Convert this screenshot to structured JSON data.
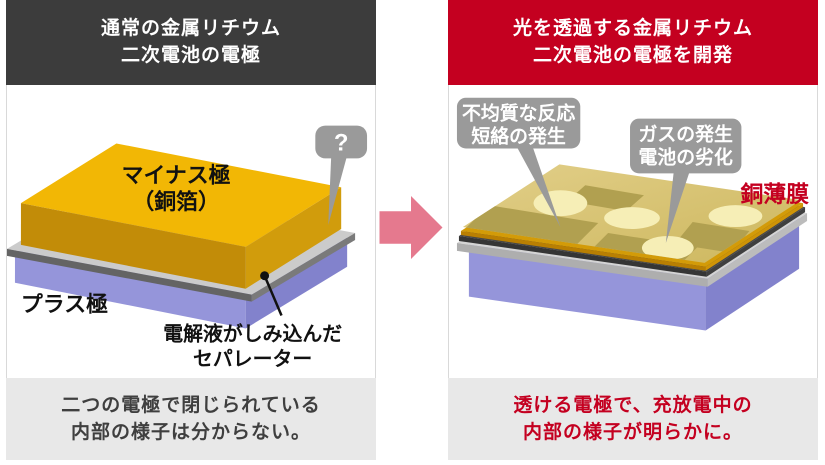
{
  "left_panel": {
    "header": {
      "lines": [
        "通常の金属リチウム",
        "二次電池の電極"
      ]
    },
    "diagram": {
      "negative_electrode_label": [
        "マイナス極",
        "（銅箔）"
      ],
      "question_bubble_text": "?",
      "positive_electrode_label": "プラス極",
      "separator_label": [
        "電解液がしみ込んだ",
        "セパレーター"
      ]
    },
    "caption": [
      "二つの電極で閉じられている",
      "内部の様子は分からない。"
    ]
  },
  "right_panel": {
    "header": {
      "lines": [
        "光を透過する金属リチウム",
        "二次電池の電極を開発"
      ]
    },
    "diagram": {
      "bubble_reaction": [
        "不均質な反応",
        "短絡の発生"
      ],
      "bubble_gas": [
        "ガスの発生",
        "電池の劣化"
      ],
      "copper_film_label": "銅薄膜"
    },
    "caption": [
      "透ける電極で、充放電中の",
      "内部の様子が明らかに。"
    ]
  },
  "colors": {
    "header_dark": "#3c3c3c",
    "header_red": "#c40020",
    "caption_bg": "#e8e8e8",
    "caption_text_dark": "#3f3f3f",
    "caption_text_red": "#c40020",
    "arrow_pink": "#e5798e",
    "bubble_gray": "#9a9a9a",
    "gold_electrode_top": "#f2b705",
    "purple_electrode_front": "#9595da",
    "separator_gray": "#cbcbcb",
    "copper_film_tan": "#d9c377",
    "copper_film_label_red": "#c40020"
  }
}
